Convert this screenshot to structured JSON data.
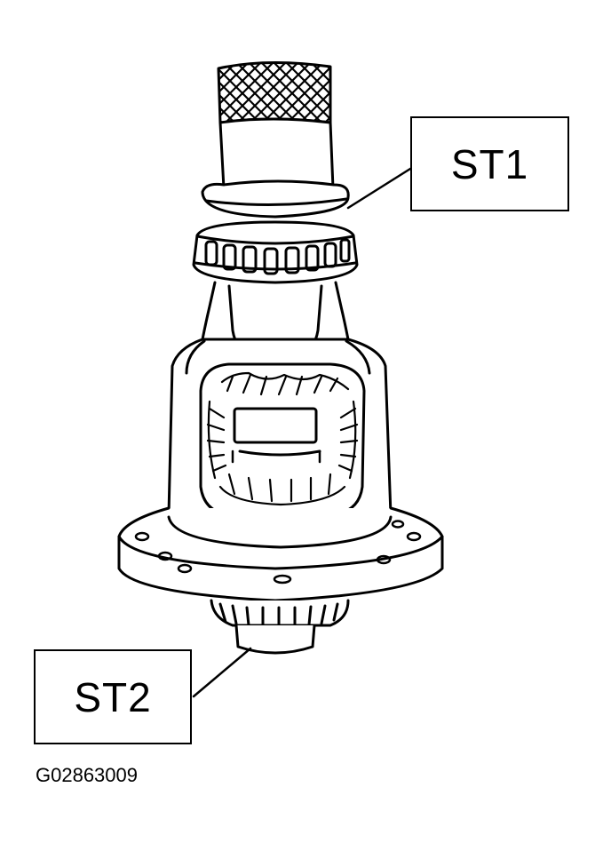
{
  "labels": {
    "st1": "ST1",
    "st2": "ST2"
  },
  "figure_code": "G02863009",
  "colors": {
    "line": "#000000",
    "background": "#ffffff"
  }
}
